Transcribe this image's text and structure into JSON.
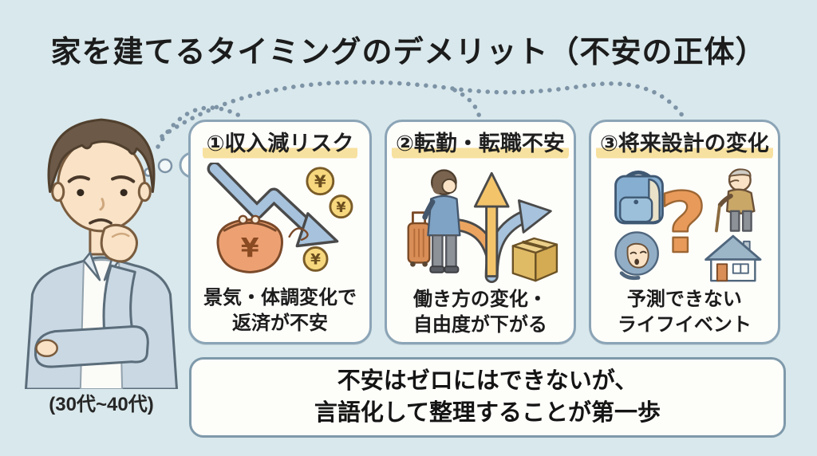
{
  "title": "家を建てるタイミングのデメリット（不安の正体）",
  "person": {
    "description": "thinking man illustration",
    "age_label": "(30代~40代)"
  },
  "cards": [
    {
      "title": "①収入減リスク",
      "caption_line1": "景気・体調変化で",
      "caption_line2": "返済が不安",
      "icons": [
        "declining-arrow-icon",
        "coin-purse-icon",
        "yen-coin-icon"
      ]
    },
    {
      "title": "②転勤・転職不安",
      "caption_line1": "働き方の変化・",
      "caption_line2": "自由度が下がる",
      "icons": [
        "traveler-with-suitcase-icon",
        "branching-arrows-icon",
        "moving-box-icon"
      ]
    },
    {
      "title": "③将来設計の変化",
      "caption_line1": "予測できない",
      "caption_line2": "ライフイベント",
      "icons": [
        "school-backpack-icon",
        "question-mark-icon",
        "elderly-man-icon",
        "woman-face-icon",
        "house-icon"
      ]
    }
  ],
  "footer": {
    "line1": "不安はゼロにはできないが、",
    "line2": "言語化して整理することが第一歩"
  },
  "colors": {
    "background": "#d9e8ec",
    "card_background": "#fdfdfa",
    "card_border": "#8ba4b6",
    "title_highlight": "#f7e1a0",
    "connector_dots": "#7d93a6",
    "arrow_blue": "#a6c2dc",
    "arrow_yellow": "#f3c46a",
    "arrow_orange": "#eba45f",
    "coin_gold": "#f7d87e",
    "purse_orange": "#eda173",
    "text": "#1f1f1f"
  }
}
